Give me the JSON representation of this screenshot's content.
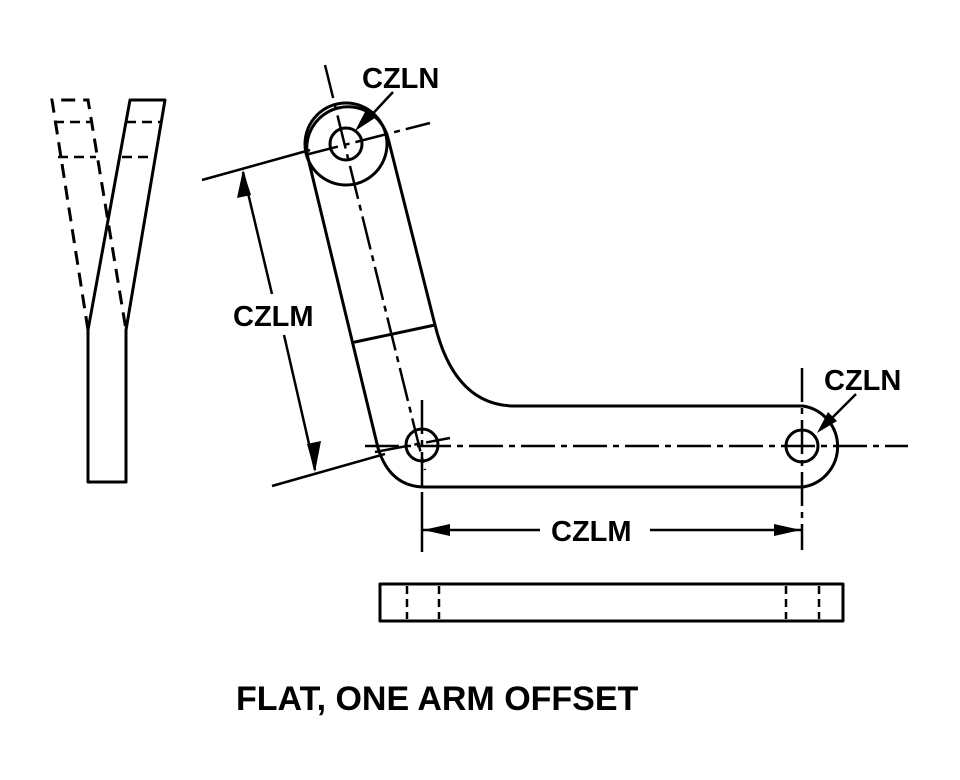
{
  "title": "FLAT, ONE ARM OFFSET",
  "labels": {
    "top_hole_diameter": "CZLN",
    "right_hole_diameter": "CZLN",
    "arm_length": "CZLM",
    "base_length": "CZLM"
  },
  "colors": {
    "ink": "#000000",
    "background": "#ffffff"
  }
}
